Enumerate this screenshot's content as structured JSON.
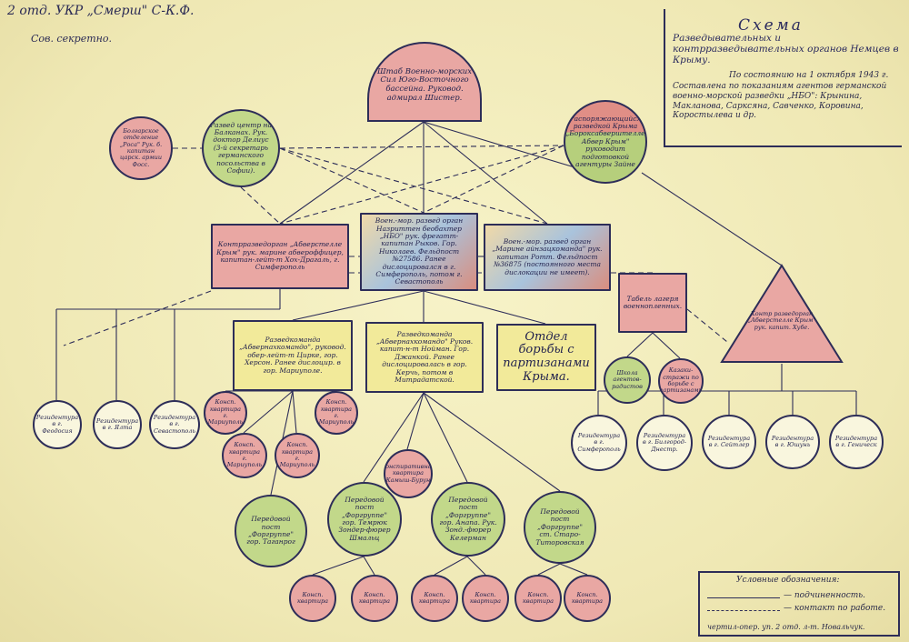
{
  "header": {
    "dept": "2 отд. УКР „Смерш\" С-К.Ф.",
    "secret": "Сов. секретно."
  },
  "title": {
    "heading": "Схема",
    "subtitle": "Разведывательных и контрразведывательных органов Немцев в Крыму.",
    "date": "По состоянию на 1 октября 1943 г.",
    "source": "Составлена по показаниям агентов германской военно-морской разведки „НБО\": Крынина, Макланова, Сарксяна, Савченко, Коровина, Коростылева и др."
  },
  "nodes": {
    "hq": "Штаб Военно-морских Сил Юго-Восточного бассейна. Руковод. адмирал Шистер.",
    "balkan_center": "Развед центр на Балканах. Рук. доктор Делиус (3-й секретарь германского посольства в Софии).",
    "bulgar": "Болгарское отделение „Роса\" Рук. б. капитан царск. армии Фосс.",
    "abwehr_krym": "Распоряжающийся разведкой Крыма „Бороксабверштелле Абвер Крым\" руководит подготовкой агентуры Зайне",
    "counter_abwehr": "Контрразведорган „Абверстелле Крым\" рук. марине абвероффицер, капитан-лейт-т Хох-Драгаль, г. Симферополь",
    "nbo": "Воен.-мор. развед орган Назриттен беобахтер „НБО\" рук. фрегатт-капитан Рыков. Гор. Николаев. Фельдпост №27586. Ранее дислоцировался в г. Симферополь, потом г. Севастополь",
    "rott": "Воен.-мор. развед орган „Марине айнзацкоманда\" рук. капитан Ротт. Фельдпост №36875 (постоянного места дислокации не имеет).",
    "tavel": "Табель лагеря военнопленных.",
    "counter_organ": "Контр разведорган „Абверстелле Крым\" рук. капит. Хубе.",
    "team_zirke": "Разведкоманда „Абвернахкомандо\", руковод. обер-лейт-т Цирке, гор. Херсон. Ранее дислоцир. в гор. Мариуполе.",
    "team_nohl": "Разведкоманда „Абвернахкомандо\" Руков. капит-н-т Нойман. Гор. Джанкой. Ранее дислоцировалась в гор. Керчь, потом в Митрадатской.",
    "partisan": "Отдел борьбы с партизанами Крыма.",
    "school": "Школа агентов-радистов",
    "kazak": "Казаки-стражи по борьбе с партизанами",
    "res_feodosia": "Резидентура в г. Феодосия",
    "res_yalta": "Резидентура в г. Ялта",
    "res_sevast": "Резидентура в г. Севастополь",
    "konsp_mariupol1": "Консп. квартира г. Мариуполь",
    "konsp_mariupol2": "Консп. квартира г. Мариуполь",
    "konsp_mariupol3": "Консп. квартира г. Мариуполь",
    "konsp_mariupol4": "Консп. квартира г. Мариуполь",
    "konsp_kamysh": "Конспиративная квартира Камыш-Бурун",
    "post_taganrog": "Передовой пост „Форгруппе\" гор. Таганрог",
    "post_temryuk": "Передовой пост „Форгруппе\" гор. Темрюк Зондер-фюрер Шмальц",
    "post_anapa": "Передовой пост „Форгруппе\" гор. Анапа. Рук. Зонд.-фюрер Келерман",
    "post_staro": "Передовой пост „Форгруппе\" ст. Старо-Титоровская",
    "k1": "Консп. квартира",
    "k2": "Консп. квартира",
    "k3": "Консп. квартира",
    "k4": "Консп. квартира",
    "k5": "Консп. квартира",
    "k6": "Консп. квартира",
    "res_simf": "Резидентура в г. Симферополь",
    "res_bilgorod": "Резидентура в г. Билгород-Днестр.",
    "res_seitler": "Резидентура в г. Сейтлер",
    "res_yushun": "Резидентура в г. Юшунь",
    "res_genichesk": "Резидентура в г. Геническ"
  },
  "legend": {
    "title": "Условные обозначения:",
    "solid": "— подчиненность.",
    "dashed": "— контакт по работе.",
    "footer": "чертил-опер. уп. 2 отд. л-т. Новальчук."
  },
  "colors": {
    "ink": "#2d2d58",
    "pink": "#e9a7a3",
    "green": "#c2d88a",
    "paper": "#f3efc0"
  }
}
